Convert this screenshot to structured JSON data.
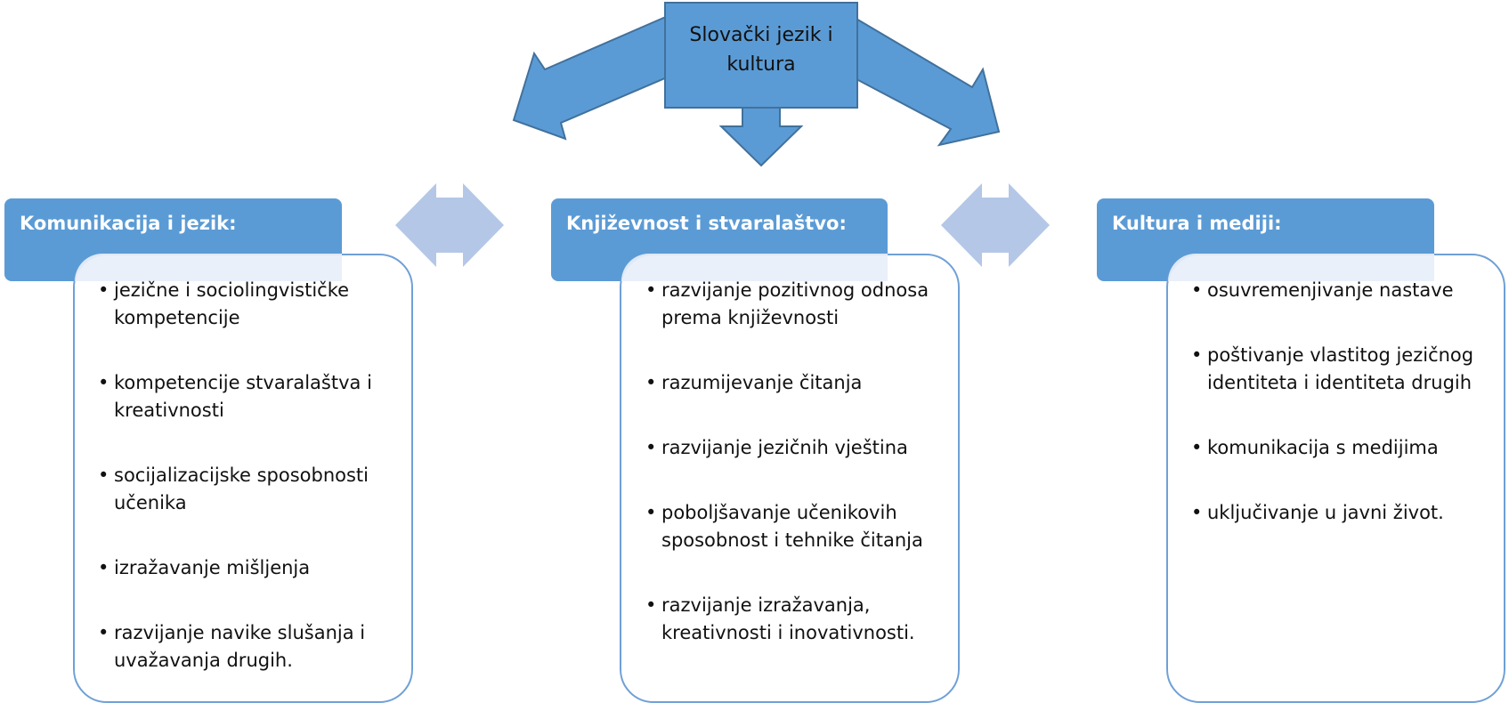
{
  "diagram": {
    "root": {
      "title": "Slovački jezik i kultura"
    },
    "colors": {
      "primary": "#5b9bd5",
      "primary_stroke": "#41719c",
      "connector_light": "#b4c7e7",
      "card_border": "#6fa0d6",
      "text": "#111111",
      "header_text": "#ffffff"
    },
    "panels": [
      {
        "title": "Komunikacija i jezik:",
        "items": [
          "jezične i sociolingvističke kompetencije",
          "kompetencije stvaralaštva i kreativnosti",
          "socijalizacijske sposobnosti učenika",
          "izražavanje mišljenja",
          "razvijanje navike slušanja i uvažavanja drugih."
        ]
      },
      {
        "title": "Književnost i stvaralaštvo:",
        "items": [
          "razvijanje pozitivnog odnosa prema književnosti",
          "razumijevanje čitanja",
          "razvijanje jezičnih vještina",
          "poboljšavanje učenikovih sposobnost i tehnike čitanja",
          "razvijanje izražavanja, kreativnosti i inovativnosti."
        ]
      },
      {
        "title": "Kultura i mediji:",
        "items": [
          "osuvremenjivanje nastave",
          "poštivanje  vlastitog jezičnog identiteta i identiteta drugih",
          "komunikacija s medijima",
          "uključivanje u javni život."
        ]
      }
    ],
    "bullet_glyph": "•"
  }
}
